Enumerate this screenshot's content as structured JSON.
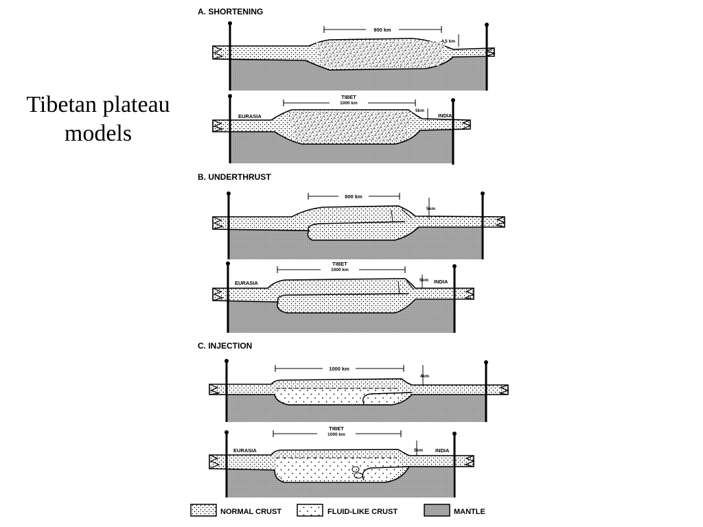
{
  "title_line1": "Tibetan plateau",
  "title_line2": "models",
  "sections": {
    "a": {
      "title": "A. SHORTENING",
      "top_width": "900 km",
      "top_thickness": "4.5 km",
      "bottom_region": "TIBET",
      "bottom_width": "1000 km",
      "bottom_thickness": "5km",
      "left": "EURASIA",
      "right": "INDIA"
    },
    "b": {
      "title": "B. UNDERTHRUST",
      "top_width": "800 km",
      "top_thickness": "5km",
      "bottom_region": "TIBET",
      "bottom_width": "1000 km",
      "bottom_thickness": "5km",
      "left": "EURASIA",
      "right": "INDIA"
    },
    "c": {
      "title": "C. INJECTION",
      "top_width": "1000 km",
      "top_thickness": "4km",
      "bottom_region": "TIBET",
      "bottom_width": "1000 km",
      "bottom_thickness": "5km",
      "left": "EURASIA",
      "right": "INDIA"
    }
  },
  "legend": {
    "normal": "NORMAL CRUST",
    "fluid": "FLUID-LIKE CRUST",
    "mantle": "MANTLE"
  }
}
